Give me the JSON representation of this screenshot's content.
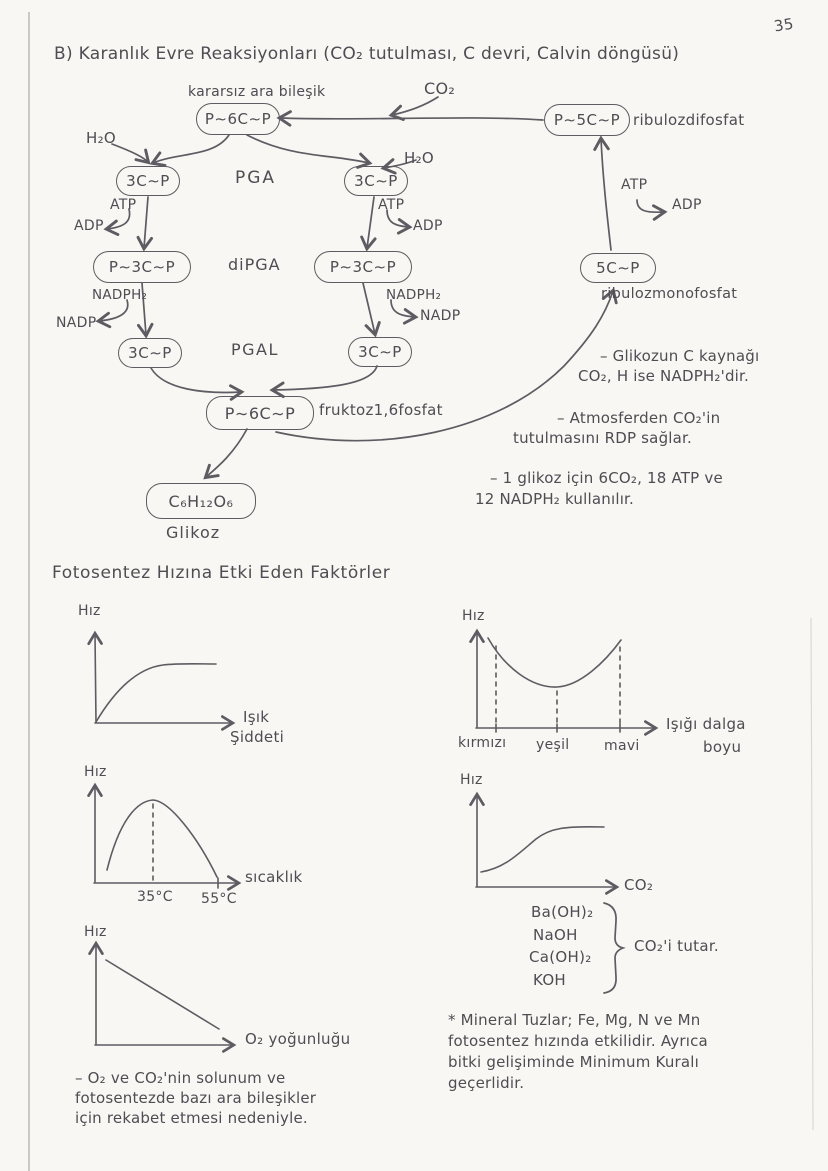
{
  "page": {
    "number": "35"
  },
  "title": "B) Karanlık Evre Reaksiyonları (CO₂ tutulması, C devri, Calvin döngüsü)",
  "cycle": {
    "unstable_label": "kararsız ara bileşik",
    "co2": "CO₂",
    "h2o": "H₂O",
    "atp": "ATP",
    "adp": "ADP",
    "nadph2": "NADPH₂",
    "nadp": "NADP",
    "pga": "PGA",
    "dipga": "diPGA",
    "pgal": "PGAL",
    "nodes": {
      "p6cp_top": "P∼6C∼P",
      "p5cp": "P∼5C∼P",
      "c3p": "3C∼P",
      "p3cp": "P∼3C∼P",
      "p6cp_bottom": "P∼6C∼P",
      "glucose_formula": "C₆H₁₂O₆",
      "c5p": "5C∼P"
    },
    "labels": {
      "ribulose_diphosphate": "ribulozdifosfat",
      "ribulose_monophosphate": "ribulozmonofosfat",
      "fructose_16_phosphate": "fruktoz1,6fosfat",
      "glucose": "Glikoz"
    }
  },
  "notes": {
    "glucose_source": [
      "– Glikozun C kaynağı",
      "CO₂, H ise NADPH₂'dir."
    ],
    "rdp": [
      "– Atmosferden CO₂'in",
      "tutulmasını RDP sağlar."
    ],
    "stoichiometry": [
      "– 1 glikoz için 6CO₂, 18 ATP ve",
      "12 NADPH₂ kullanılır."
    ]
  },
  "factors": {
    "heading": "Fotosentez Hızına Etki Eden Faktörler",
    "rate_label": "Hız",
    "light": {
      "xlabel1": "Işık",
      "xlabel2": "Şiddeti"
    },
    "wavelength": {
      "xlabel1": "Işığı dalga",
      "xlabel2": "boyu",
      "ticks": [
        "kırmızı",
        "yeşil",
        "mavi"
      ]
    },
    "temperature": {
      "xlabel": "sıcaklık",
      "tick_peak": "35°C",
      "tick_end": "55°C"
    },
    "co2_graph": {
      "xlabel": "CO₂"
    },
    "o2_graph": {
      "xlabel": "O₂ yoğunluğu"
    },
    "absorbers": {
      "items": [
        "Ba(OH)₂",
        "NaOH",
        "Ca(OH)₂",
        "KOH"
      ],
      "note": "CO₂'i tutar."
    },
    "o2_reason": [
      "– O₂ ve CO₂'nin solunum ve",
      "fotosentezde bazı ara bileşikler",
      "için rekabet etmesi nedeniyle."
    ],
    "minerals": [
      "* Mineral Tuzlar; Fe, Mg, N ve Mn",
      "fotosentez hızında etkilidir. Ayrıca",
      "bitki gelişiminde Minimum Kuralı",
      "geçerlidir."
    ]
  },
  "chart_data": [
    {
      "type": "line",
      "title": "Işık şiddeti - Hız",
      "xlabel": "Işık Şiddeti",
      "ylabel": "Hız",
      "x": [
        0,
        0.2,
        0.4,
        0.6,
        1.0
      ],
      "y": [
        0,
        0.55,
        0.85,
        0.97,
        1.0
      ],
      "shape": "saturating curve, plateau at high light"
    },
    {
      "type": "line",
      "title": "Işık dalga boyu - Hız",
      "xlabel": "Işığı dalga boyu",
      "ylabel": "Hız",
      "categories": [
        "kırmızı",
        "yeşil",
        "mavi"
      ],
      "values": [
        0.95,
        0.45,
        0.9
      ],
      "shape": "U-curve, minimum at yeşil (green)"
    },
    {
      "type": "line",
      "title": "Sıcaklık - Hız",
      "xlabel": "sıcaklık",
      "ylabel": "Hız",
      "x_ticks": [
        "35°C",
        "55°C"
      ],
      "shape": "bell curve, maximum at 35°C, falls to ~0 at 55°C"
    },
    {
      "type": "line",
      "title": "CO₂ - Hız",
      "xlabel": "CO₂",
      "ylabel": "Hız",
      "shape": "sigmoid rise then plateau"
    },
    {
      "type": "line",
      "title": "O₂ yoğunluğu - Hız",
      "xlabel": "O₂ yoğunluğu",
      "ylabel": "Hız",
      "shape": "straight decreasing line"
    }
  ]
}
